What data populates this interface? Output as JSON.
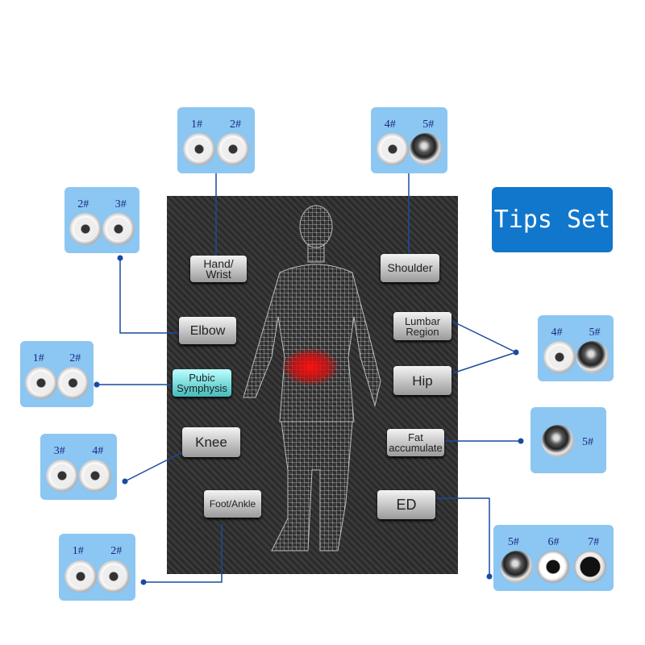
{
  "title": "Tips Set",
  "areas": [
    {
      "id": "hand",
      "label": "Hand/ Wrist",
      "tips": [
        "1#",
        "2#"
      ]
    },
    {
      "id": "shoulder",
      "label": "Shoulder",
      "tips": [
        "4#",
        "5#"
      ]
    },
    {
      "id": "elbow",
      "label": "Elbow",
      "tips": [
        "2#",
        "3#"
      ]
    },
    {
      "id": "pubic",
      "label": "Pubic Symphysis",
      "tips": [
        "1#",
        "2#"
      ]
    },
    {
      "id": "knee",
      "label": "Knee",
      "tips": [
        "3#",
        "4#"
      ]
    },
    {
      "id": "foot",
      "label": "Foot/Ankle",
      "tips": [
        "1#",
        "2#"
      ]
    },
    {
      "id": "lumbar",
      "label": "Lumbar Region",
      "tips": [
        "4#",
        "5#"
      ]
    },
    {
      "id": "hip",
      "label": "Hip"
    },
    {
      "id": "fat",
      "label": "Fat accumulate",
      "tips": [
        "5#"
      ]
    },
    {
      "id": "ed",
      "label": "ED",
      "tips": [
        "5#",
        "6#",
        "7#"
      ]
    }
  ],
  "colors": {
    "accent": "#1177cc",
    "tipbox": "#8cc6f2",
    "line": "#1a4aa0",
    "highlight": "#ff2020"
  }
}
